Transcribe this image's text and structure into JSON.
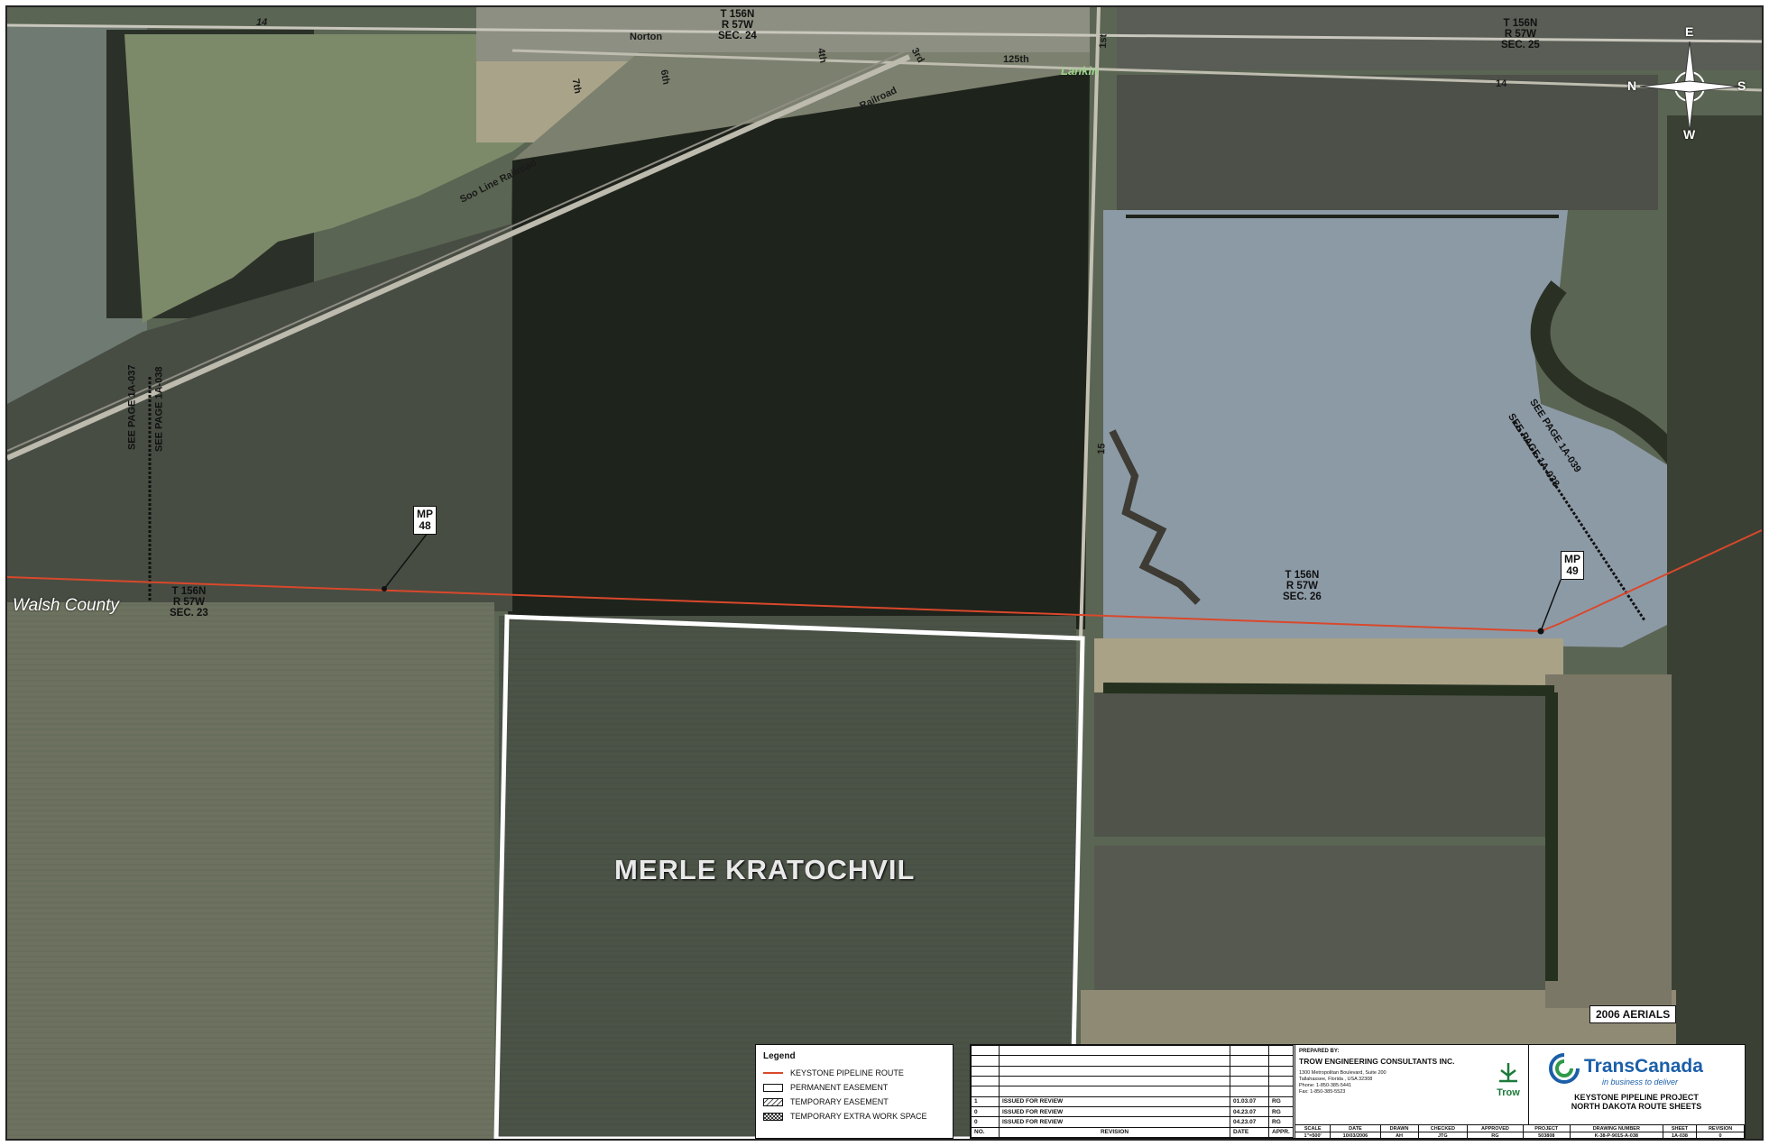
{
  "map": {
    "county_label": "Walsh County",
    "owner_parcel": "MERLE KRATOCHVIL",
    "aerials_note": "2006 AERIALS",
    "section_west": {
      "t": "T 156N",
      "r": "R 57W",
      "sec": "SEC. 23"
    },
    "section_east": {
      "t": "T 156N",
      "r": "R 57W",
      "sec": "SEC. 26"
    },
    "section_north": {
      "t": "T 156N",
      "r": "R 57W",
      "sec": "SEC. 24"
    },
    "section_ne": {
      "t": "T 156N",
      "r": "R 57W",
      "sec": "SEC. 25"
    },
    "milepost_48": {
      "line1": "MP",
      "line2": "48"
    },
    "milepost_49": {
      "line1": "MP",
      "line2": "49"
    },
    "match_lines": {
      "west_a": "SEE PAGE 1A-037",
      "west_b": "SEE PAGE 1A-038",
      "east_a": "SEE PAGE 1A-039",
      "east_b": "SEE PAGE 1A-038"
    },
    "roads": {
      "r14_west": "14",
      "r14_east": "14",
      "norton": "Norton",
      "r125th": "125th",
      "first": "1st",
      "third": "3rd",
      "fourth": "4th",
      "sixth": "6th",
      "seventh": "7th",
      "railroad": "Railroad",
      "soo_line": "Soo Line Railroad",
      "r15": "15",
      "lankin": "Lankin"
    },
    "compass": {
      "e": "E",
      "w": "W",
      "n": "N",
      "s": "S"
    }
  },
  "legend": {
    "title": "Legend",
    "items": [
      {
        "label": "KEYSTONE PIPELINE ROUTE",
        "swatch": "route"
      },
      {
        "label": "PERMANENT EASEMENT",
        "swatch": "permanent"
      },
      {
        "label": "TEMPORARY EASEMENT",
        "swatch": "temporary"
      },
      {
        "label": "TEMPORARY EXTRA WORK SPACE",
        "swatch": "extra"
      }
    ]
  },
  "title_block": {
    "revisions": [
      {
        "no": "1",
        "desc": "ISSUED FOR REVIEW",
        "date": "01.03.07",
        "appr": "RG"
      },
      {
        "no": "0",
        "desc": "ISSUED FOR REVIEW",
        "date": "04.23.07",
        "appr": "RG"
      },
      {
        "no": "0",
        "desc": "ISSUED FOR REVIEW",
        "date": "04.23.07",
        "appr": "RG"
      }
    ],
    "rev_headers": {
      "no": "NO.",
      "rev": "REVISION",
      "date": "DATE",
      "appr": "APPR."
    },
    "prepared_by": "PREPARED BY:",
    "company": "TROW ENGINEERING CONSULTANTS INC.",
    "address": [
      "1300 Metropolitan Boulevard, Suite 200",
      "Tallahassee, Florida , USA 32308",
      "Phone: 1-850-385-5441",
      "Fax: 1-850-385-5523"
    ],
    "trow": "Trow",
    "transcanada": "TransCanada",
    "tagline": "in business to deliver",
    "project_line1": "KEYSTONE PIPELINE PROJECT",
    "project_line2": "NORTH DAKOTA ROUTE SHEETS",
    "info_headers": [
      "SCALE",
      "DATE",
      "DRAWN",
      "CHECKED",
      "APPROVED",
      "PROJECT",
      "DRAWING NUMBER",
      "SHEET",
      "REVISION"
    ],
    "info_values": [
      "1\"=500'",
      "10/03/2006",
      "AH",
      "JTG",
      "RG",
      "503808",
      "K-38-P-9015-A-038",
      "1A-038",
      "0"
    ]
  },
  "colors": {
    "pipeline": "#d9482b",
    "parcel_outline": "#ffffff",
    "water": "#8c9aa6"
  }
}
